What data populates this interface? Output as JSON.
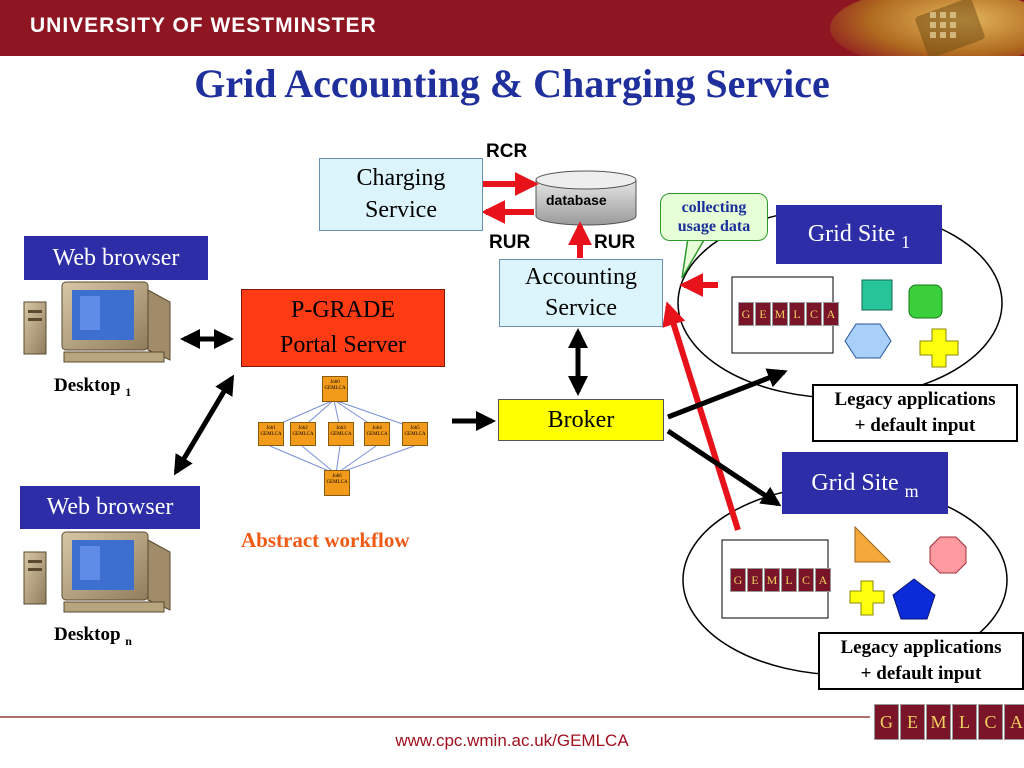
{
  "header": {
    "institution": "UNIVERSITY OF WESTMINSTER"
  },
  "title": "Grid Accounting & Charging Service",
  "charging_service": "Charging Service",
  "database": "database",
  "labels": {
    "rcr": "RCR",
    "rur_left": "RUR",
    "rur_right": "RUR"
  },
  "collecting_usage": "collecting usage data",
  "accounting_service": "Accounting Service",
  "broker": "Broker",
  "portal": {
    "line1": "P-GRADE",
    "line2": "Portal Server"
  },
  "abstract_workflow": "Abstract workflow",
  "workflow_nodes": [
    "Job0",
    "GEMLCA",
    "Job1",
    "GEMLCA",
    "Job2",
    "GEMLCA",
    "Job3",
    "GEMLCA",
    "Job4",
    "GEMLCA",
    "Job5",
    "GEMLCA",
    "Job6",
    "GEMLCA"
  ],
  "clients": [
    {
      "browser": "Web browser",
      "desktop": "Desktop",
      "subscript": "1"
    },
    {
      "browser": "Web browser",
      "desktop": "Desktop",
      "subscript": "n"
    }
  ],
  "grid_sites": [
    {
      "name": "Grid Site",
      "subscript": "1",
      "legacy_line1": "Legacy applications",
      "legacy_line2": "+ default input"
    },
    {
      "name": "Grid Site",
      "subscript": "m",
      "legacy_line1": "Legacy applications",
      "legacy_line2": "+ default input"
    }
  ],
  "puzzle_letters": [
    "G",
    "E",
    "M",
    "L",
    "C",
    "A"
  ],
  "footer": "www.cpc.wmin.ac.uk/GEMLCA",
  "colors": {
    "banner": "#8e1622",
    "title": "#1f2f9c",
    "portal": "#ff3b14",
    "broker": "#ffff00",
    "accent_red": "#e8121b",
    "puzzle": "#7a1428"
  }
}
